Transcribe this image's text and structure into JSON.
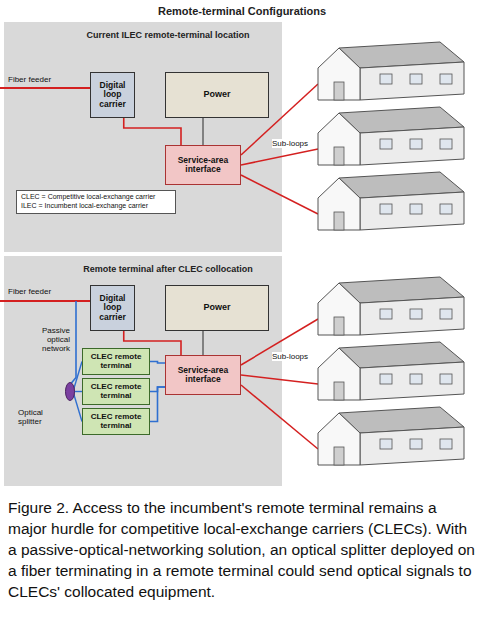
{
  "diagram": {
    "title": "Remote-terminal Configurations",
    "caption": "Figure 2. Access to the incumbent's remote terminal remains a major hurdle for competitive local-exchange carriers (CLECs). With a passive-optical-networking solution, an optical splitter deployed on a fiber terminating in a remote terminal could send optical signals to CLECs' collocated equipment.",
    "nodes": [
      {
        "text": [
          "Current ILEC remote-terminal location"
        ]
      },
      {
        "text": [
          "Digital loop carrier"
        ],
        "in": 0
      },
      {
        "text": [
          "Power"
        ],
        "in": 0
      },
      {
        "text": [
          "Service-area interface"
        ],
        "in": 0
      },
      {
        "text": [
          "CLEC = Competitive local-exchange carrier",
          "ILEC = Incumbent local-exchange carrier"
        ],
        "in": 0
      },
      {
        "text": [
          "Remote terminal after CLEC collocation"
        ]
      },
      {
        "text": [
          "Digital loop carrier"
        ],
        "in": 5
      },
      {
        "text": [
          "Power"
        ],
        "in": 5
      },
      {
        "text": [
          "Service-area interface"
        ],
        "in": 5
      },
      {
        "text": [
          "CLEC remote terminal"
        ],
        "in": 5
      },
      {
        "text": [
          "CLEC remote terminal"
        ],
        "in": 5
      },
      {
        "text": [
          "CLEC remote terminal"
        ],
        "in": 5
      }
    ],
    "edges": [
      {
        "from": 1,
        "to": 3,
        "arrow": "none"
      },
      {
        "from": 2,
        "to": 3,
        "arrow": "none"
      },
      {
        "from": 6,
        "to": 8,
        "arrow": "none"
      },
      {
        "from": 7,
        "to": 8,
        "arrow": "none"
      },
      {
        "from": 9,
        "to": 8,
        "arrow": "none"
      },
      {
        "from": 10,
        "to": 8,
        "arrow": "none"
      },
      {
        "from": 11,
        "to": 8,
        "arrow": "none"
      }
    ],
    "labels": [
      "Fiber feeder",
      "Sub-loops",
      "Fiber feeder",
      "Passive optical network",
      "Optical splitter",
      "Sub-loops"
    ]
  }
}
